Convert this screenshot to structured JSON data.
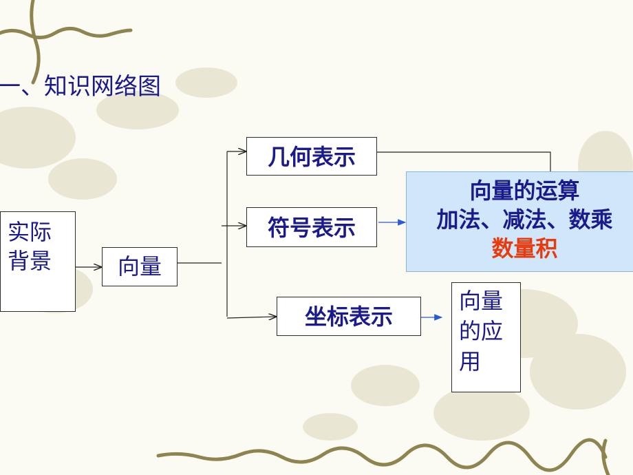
{
  "title": "一、知识网络图",
  "nodes": {
    "background": [
      "实际",
      "背景"
    ],
    "vector": "向量",
    "geometric": "几何表示",
    "symbolic": "符号表示",
    "coordinate": "坐标表示",
    "operations": {
      "line1": "向量的运算",
      "line2": "加法、减法、数乘",
      "line3": "数量积"
    },
    "application": [
      "向量",
      "的应",
      "用"
    ]
  },
  "colors": {
    "text": "#1a1a8c",
    "highlight": "#e83a0c",
    "operations_fill": "#cfe6fb",
    "arrow_blue": "#2a5bd7"
  }
}
